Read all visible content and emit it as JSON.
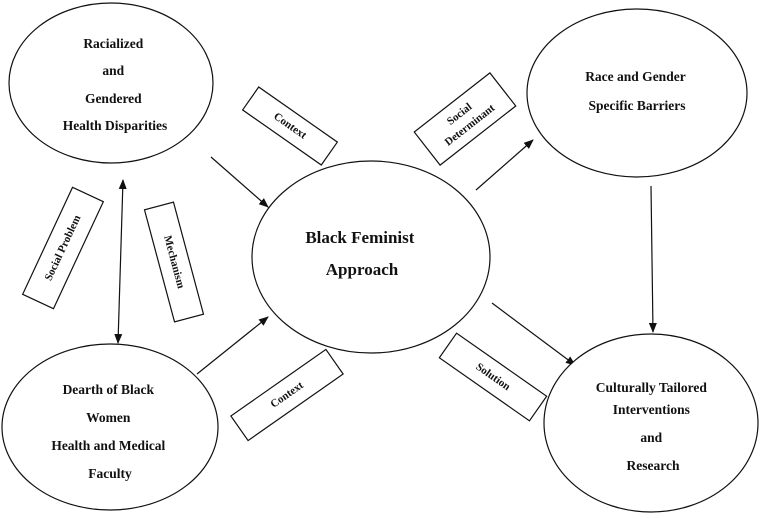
{
  "nodes": {
    "racialized": {
      "lines": [
        "Racialized",
        "and",
        "Gendered",
        "Health Disparities"
      ]
    },
    "barriers": {
      "lines": [
        "Race and Gender",
        "Specific Barriers"
      ]
    },
    "center": {
      "lines": [
        "Black Feminist",
        "Approach"
      ]
    },
    "dearth": {
      "lines": [
        "Dearth of Black",
        "Women",
        "Health and Medical",
        "Faculty"
      ]
    },
    "interventions": {
      "lines": [
        "Culturally Tailored",
        "Interventions",
        "and",
        "Research"
      ]
    }
  },
  "labels": {
    "context_top": "Context",
    "social_determinant": [
      "Social",
      "Determinant"
    ],
    "social_problem": "Social Problem",
    "mechanism": "Mechanism",
    "context_bottom": "Context",
    "solution": "Solution"
  },
  "colors": {
    "stroke": "#111111",
    "fill": "#ffffff",
    "text": "#111111"
  }
}
